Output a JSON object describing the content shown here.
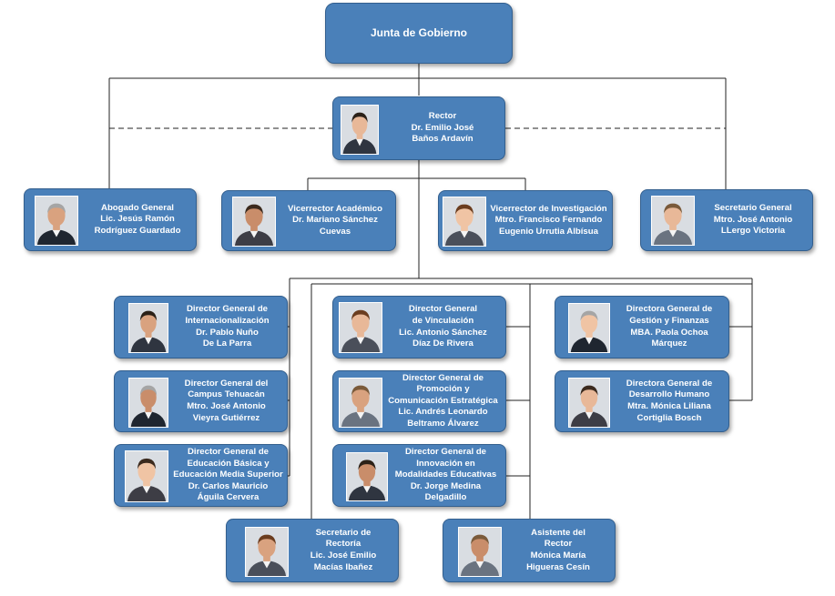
{
  "top": {
    "title": "Junta de Gobierno"
  },
  "rector": {
    "lines": [
      "Rector",
      "Dr. Emilio José",
      "Baños Ardavín"
    ]
  },
  "level1": [
    {
      "lines": [
        "Abogado General",
        "Lic. Jesús Ramón",
        "Rodríguez Guardado"
      ]
    },
    {
      "lines": [
        "Vicerrector Académico",
        "Dr. Mariano Sánchez",
        "Cuevas"
      ]
    },
    {
      "lines": [
        "Vicerrector de Investigación",
        "Mtro. Francisco Fernando",
        "Eugenio Urrutia Albísua"
      ]
    },
    {
      "lines": [
        "Secretario General",
        "Mtro. José Antonio",
        "LLergo Victoria"
      ]
    }
  ],
  "directors_left": [
    {
      "lines": [
        "Director General de",
        "Internacionalización",
        "Dr. Pablo Nuño",
        "De La Parra"
      ]
    },
    {
      "lines": [
        "Director General del",
        "Campus Tehuacán",
        "Mtro. José Antonio",
        "Vieyra Gutiérrez"
      ]
    },
    {
      "lines": [
        "Director General de",
        "Educación Básica y",
        "Educación Media Superior",
        "Dr. Carlos Mauricio",
        "Águila Cervera"
      ]
    }
  ],
  "directors_center": [
    {
      "lines": [
        "Director General",
        "de Vinculación",
        "Lic. Antonio Sánchez",
        "Díaz De Rivera"
      ]
    },
    {
      "lines": [
        "Director General de",
        "Promoción y",
        "Comunicación Estratégica",
        "Lic. Andrés Leonardo",
        "Beltramo Álvarez"
      ]
    },
    {
      "lines": [
        "Director General de",
        "Innovación en",
        "Modalidades Educativas",
        "Dr. Jorge Medina",
        "Delgadillo"
      ]
    }
  ],
  "directors_right": [
    {
      "lines": [
        "Directora General de",
        "Gestión y Finanzas",
        "MBA. Paola Ochoa",
        "Márquez"
      ]
    },
    {
      "lines": [
        "Directora General de",
        "Desarrollo Humano",
        "Mtra. Mónica Liliana",
        "Cortiglia Bosch"
      ]
    }
  ],
  "bottom": [
    {
      "lines": [
        "Secretario de",
        "Rectoría",
        "Lic. José Emilio",
        "Macías Ibañez"
      ]
    },
    {
      "lines": [
        "Asistente del",
        "Rector",
        "Mónica María",
        "Higueras Cesín"
      ]
    }
  ],
  "colors": {
    "box": "#4a80b9",
    "border": "#335f8e",
    "line": "#222222"
  }
}
